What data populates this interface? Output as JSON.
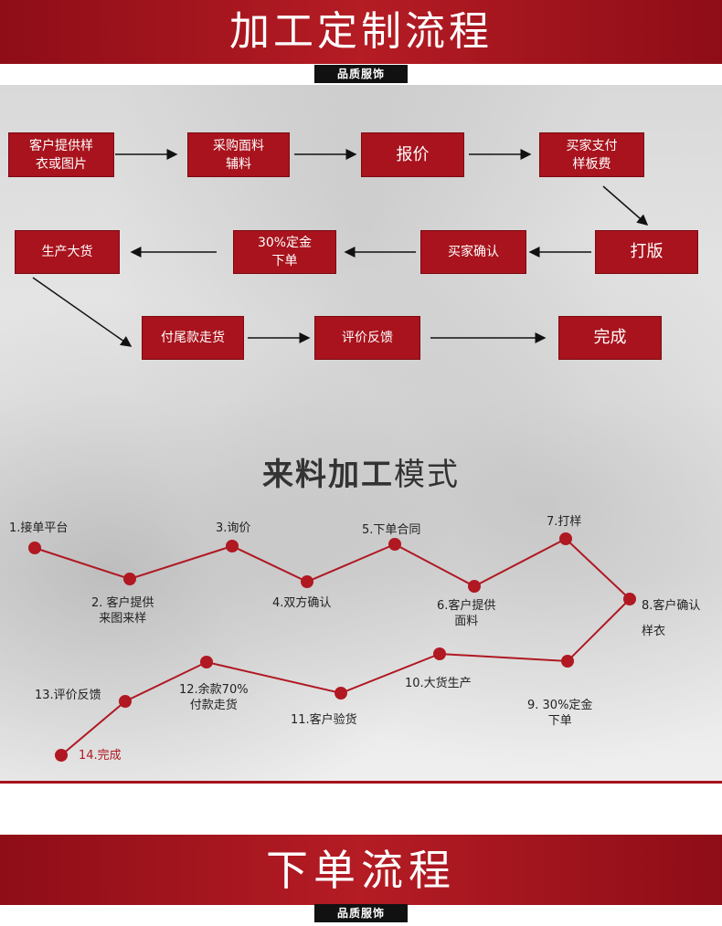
{
  "section1": {
    "title": "加工定制流程",
    "badge": "品质服饰"
  },
  "flow": {
    "row1": [
      "客户提供样\n衣或图片",
      "采购面料\n辅料",
      "报价",
      "买家支付\n样板费"
    ],
    "row2": [
      "打版",
      "买家确认",
      "30%定金\n下单",
      "生产大货"
    ],
    "row3": [
      "付尾款走货",
      "评价反馈",
      "完成"
    ]
  },
  "mode": {
    "title_bold": "来料加工",
    "title_rest": "模式"
  },
  "steps": [
    "1.接单平台",
    "2. 客户提供\n来图来样",
    "3.询价",
    "4.双方确认",
    "5.下单合同",
    "6.客户提供\n面料",
    "7.打样",
    "8.客户确认\n样衣",
    "9. 30%定金\n下单",
    "10.大货生产",
    "11.客户验货",
    "12.余款70%\n付款走货",
    "13.评价反馈",
    "14.完成"
  ],
  "section2": {
    "title": "下单流程",
    "badge": "品质服饰"
  },
  "colors": {
    "accent": "#a8131d",
    "line": "#b01822",
    "final_step": "#b01822"
  }
}
